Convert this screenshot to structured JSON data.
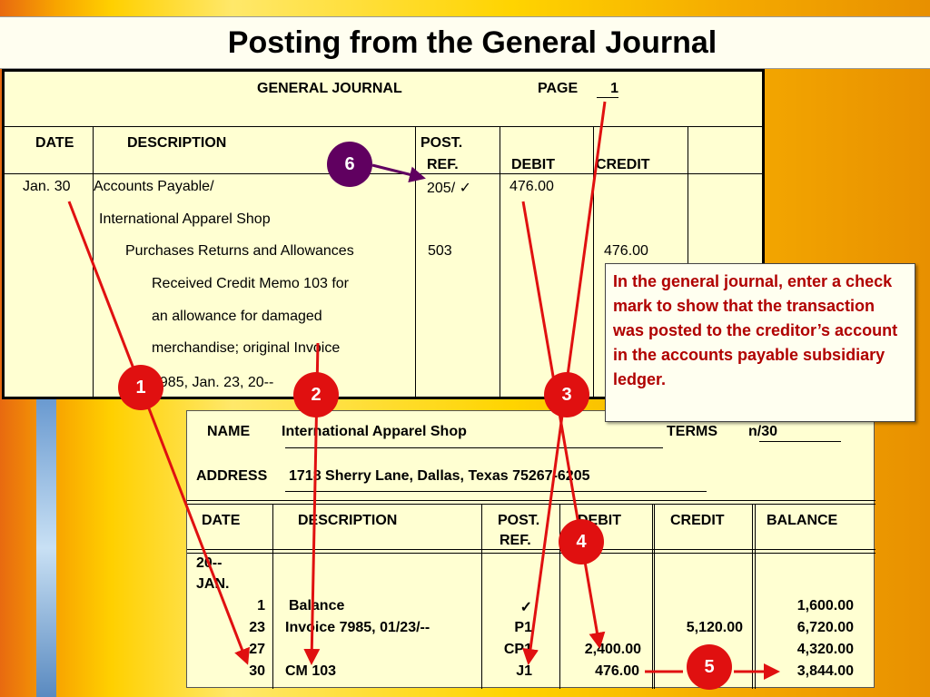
{
  "title": "Posting from the General Journal",
  "journal": {
    "heading": "GENERAL JOURNAL",
    "page_label": "PAGE",
    "page_number": "1",
    "columns": {
      "date": "DATE",
      "description": "DESCRIPTION",
      "post": "POST.",
      "ref": "REF.",
      "debit": "DEBIT",
      "credit": "CREDIT"
    },
    "rows": [
      {
        "date": "Jan. 30",
        "description": "Accounts Payable/",
        "ref": "205/ ✓",
        "debit": "476.00",
        "credit": ""
      },
      {
        "date": "",
        "description": "International Apparel Shop",
        "ref": "",
        "debit": "",
        "credit": ""
      },
      {
        "date": "",
        "description": "Purchases Returns and Allowances",
        "ref": "503",
        "debit": "",
        "credit": "476.00"
      },
      {
        "date": "",
        "description": "Received Credit Memo 103 for",
        "ref": "",
        "debit": "",
        "credit": ""
      },
      {
        "date": "",
        "description": "an allowance for damaged",
        "ref": "",
        "debit": "",
        "credit": ""
      },
      {
        "date": "",
        "description": "merchandise; original Invoice",
        "ref": "",
        "debit": "",
        "credit": ""
      },
      {
        "date": "",
        "description": "7985, Jan. 23, 20--",
        "ref": "",
        "debit": "",
        "credit": ""
      }
    ]
  },
  "note": "In the general journal, enter a check mark to show that the transaction was posted to the creditor’s account in the accounts payable subsidiary ledger.",
  "ledger": {
    "name_label": "NAME",
    "name_value": "International Apparel Shop",
    "terms_label": "TERMS",
    "terms_value": "n/30",
    "address_label": "ADDRESS",
    "address_value": "1718 Sherry Lane, Dallas, Texas 75267-6205",
    "columns": {
      "date": "DATE",
      "description": "DESCRIPTION",
      "post": "POST.",
      "ref": "REF.",
      "debit": "DEBIT",
      "credit": "CREDIT",
      "balance": "BALANCE"
    },
    "year": "20--",
    "month": "JAN.",
    "rows": [
      {
        "day": "1",
        "description": "Balance",
        "ref": "✓",
        "debit": "",
        "credit": "",
        "balance": "1,600.00"
      },
      {
        "day": "23",
        "description": "Invoice 7985, 01/23/--",
        "ref": "P1",
        "debit": "",
        "credit": "5,120.00",
        "balance": "6,720.00"
      },
      {
        "day": "27",
        "description": "",
        "ref": "CP1",
        "debit": "2,400.00",
        "credit": "",
        "balance": "4,320.00"
      },
      {
        "day": "30",
        "description": "CM 103",
        "ref": "J1",
        "debit": "476.00",
        "credit": "",
        "balance": "3,844.00"
      }
    ]
  },
  "badges": [
    "1",
    "2",
    "3",
    "4",
    "5",
    "6"
  ],
  "colors": {
    "arrow": "#e01010",
    "badge_red": "#e01010",
    "badge_purple": "#600060",
    "note_text": "#b00000",
    "paper": "#ffffd2"
  }
}
